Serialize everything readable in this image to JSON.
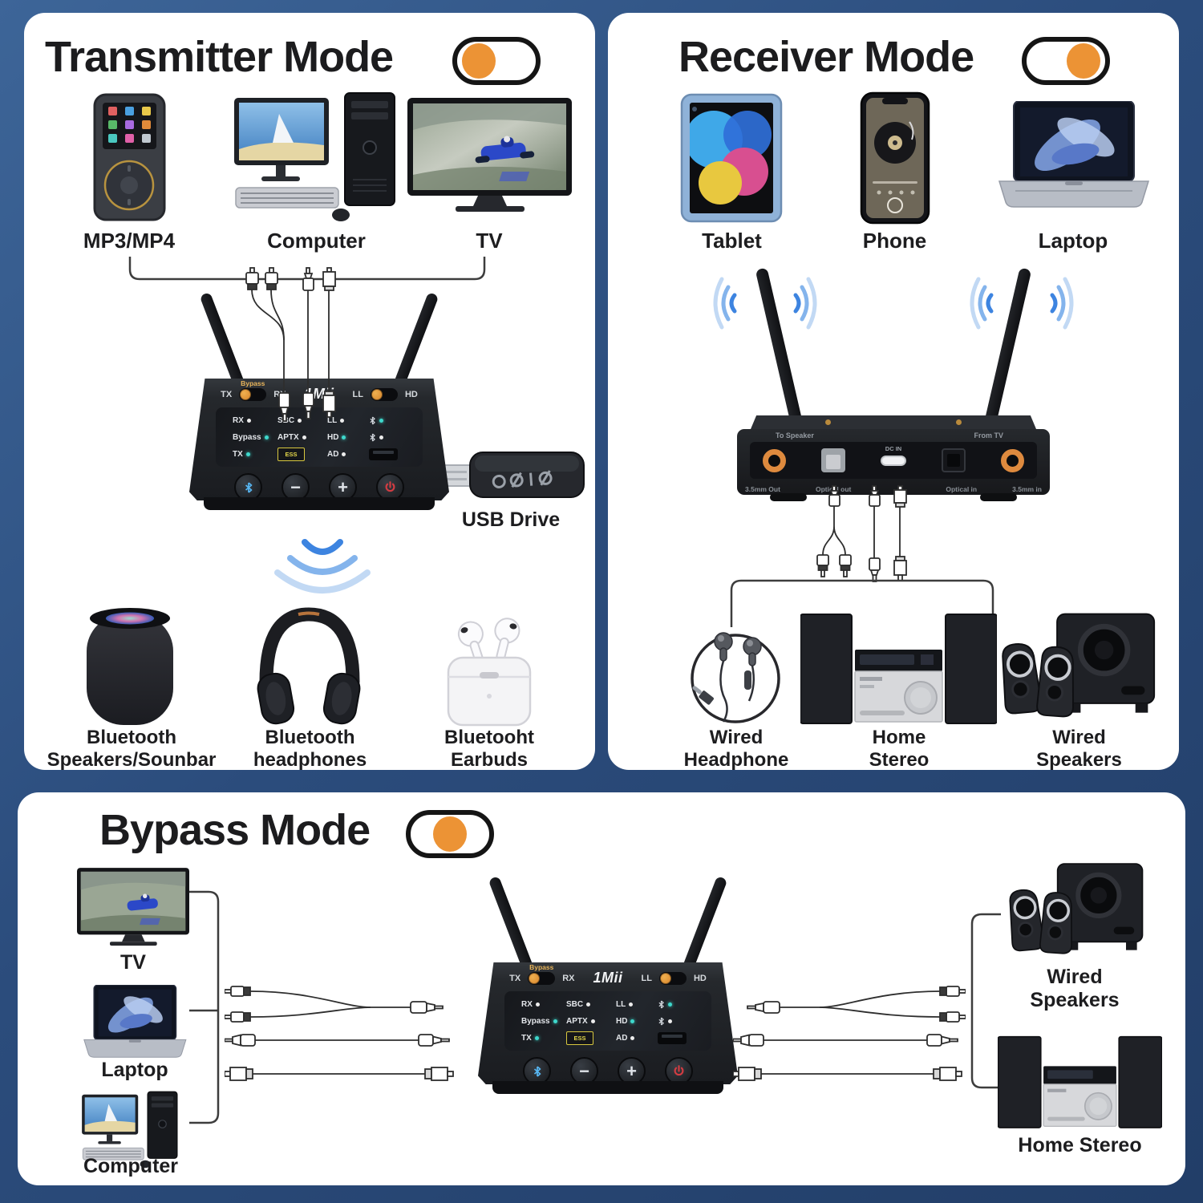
{
  "colors": {
    "background_blue": "#2b4c7c",
    "accent_orange": "#EC9335",
    "wifi_blue_dark": "#3d84e0",
    "wifi_blue_mid": "#84b4ec",
    "wifi_blue_light": "#c2d9f4",
    "led_teal": "#3ed8cc",
    "panel_white": "#ffffff"
  },
  "device_front": {
    "brand": "1Mii",
    "bypass_label": "Bypass",
    "mode_left": "TX",
    "mode_right": "RX",
    "latency_left": "LL",
    "latency_right": "HD",
    "leds": [
      "RX",
      "SBC",
      "LL",
      "Bypass",
      "APTX",
      "HD",
      "TX",
      "AD"
    ],
    "chip": "ESS"
  },
  "receiver_back": {
    "top_left_label": "To Speaker",
    "top_right_label": "From TV",
    "usb_label": "DC IN",
    "port_labels": [
      "3.5mm Out",
      "Optical out",
      "Optical in",
      "3.5mm in"
    ]
  },
  "transmitter_panel": {
    "title": "Transmitter Mode",
    "knob_position": "left",
    "source_labels": [
      "MP3/MP4",
      "Computer",
      "TV"
    ],
    "usb_drive_label": "USB Drive",
    "sink_labels": [
      [
        "Bluetooth",
        "Speakers/Sounbar"
      ],
      [
        "Bluetooth",
        "headphones"
      ],
      [
        "Bluetooht",
        "Earbuds"
      ]
    ]
  },
  "receiver_panel": {
    "title": "Receiver Mode",
    "knob_position": "right",
    "source_labels": [
      "Tablet",
      "Phone",
      "Laptop"
    ],
    "sink_labels": [
      [
        "Wired",
        "Headphone"
      ],
      [
        "Home",
        "Stereo"
      ],
      [
        "Wired",
        "Speakers"
      ]
    ]
  },
  "bypass_panel": {
    "title": "Bypass Mode",
    "knob_position": "center",
    "source_labels": [
      "TV",
      "Laptop",
      "Computer"
    ],
    "sink_labels": [
      [
        "Wired",
        "Speakers"
      ],
      [
        "Home Stereo",
        ""
      ]
    ]
  }
}
